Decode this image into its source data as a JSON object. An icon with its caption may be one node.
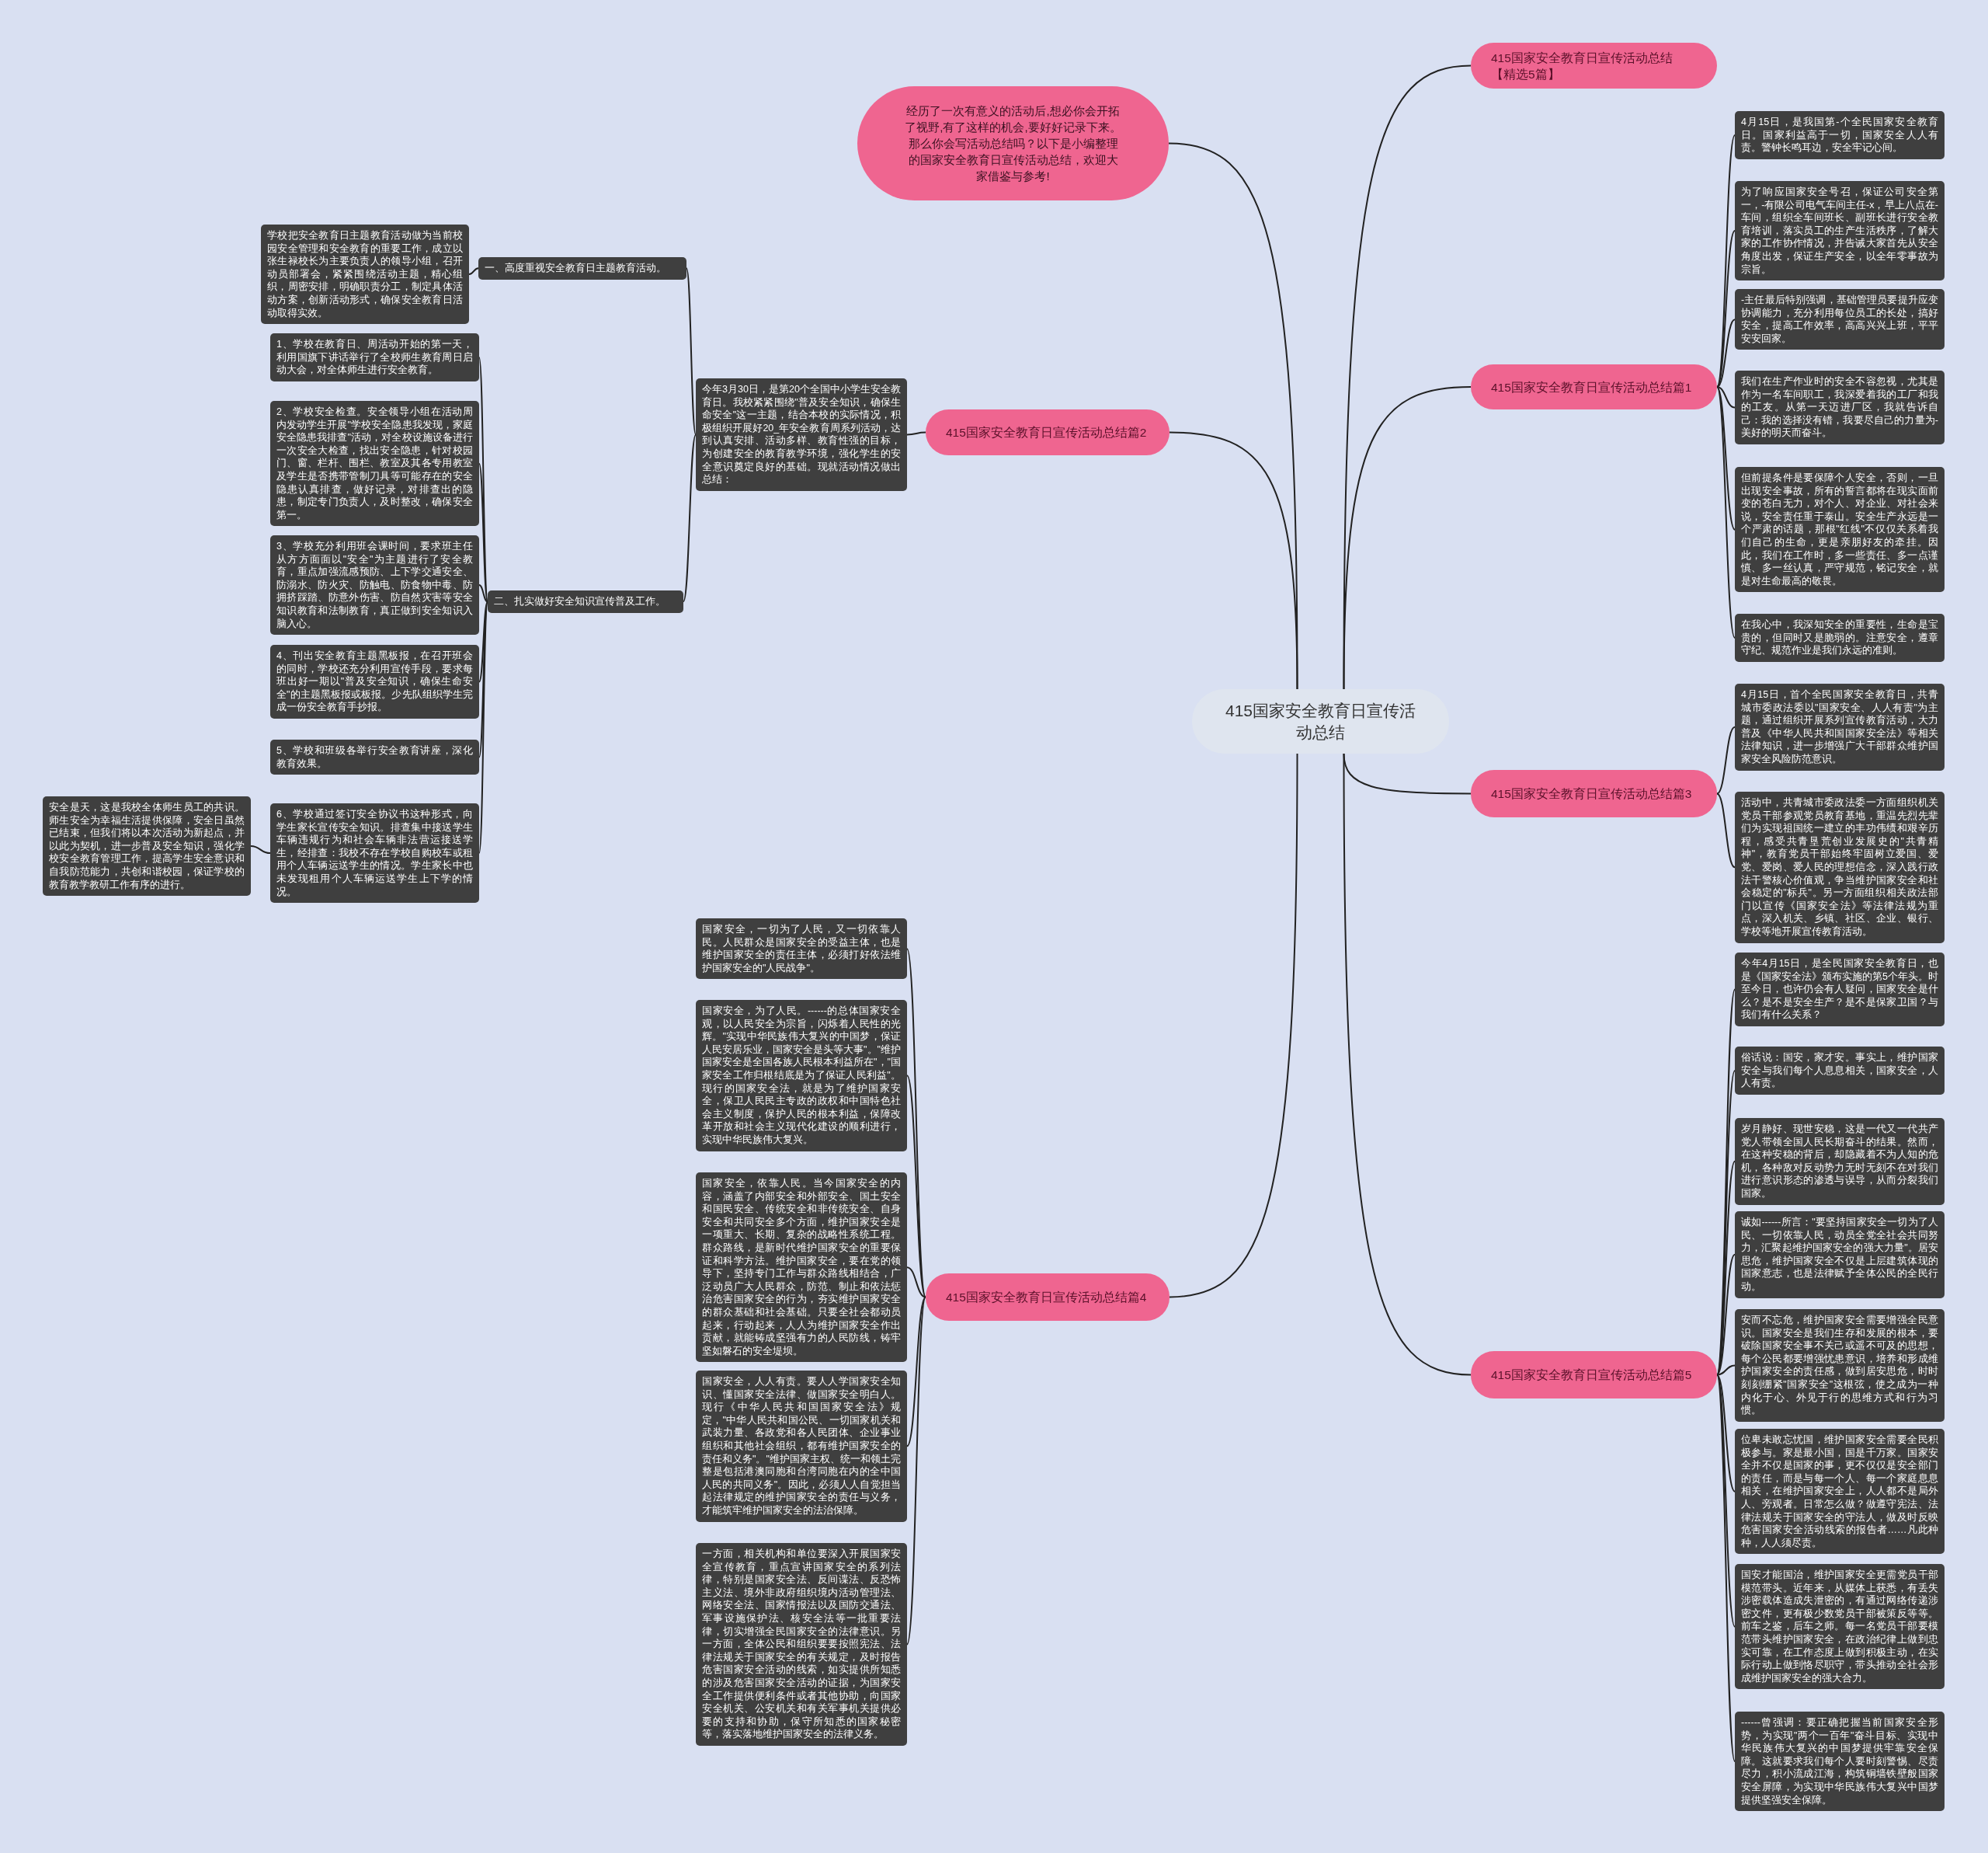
{
  "diagram": {
    "nodes": [
      {
        "text": [
          "415国家安全教育日宣传活动总结"
        ]
      },
      {
        "text": [
          "经历了一次有意义的活动后,想必你会开拓了视野,有了这样的机会,要好好记录下来。那么你会写活动总结吗？以下是小编整理的国家安全教育日宣传活动总结，欢迎大家借鉴与参考!"
        ]
      },
      {
        "text": [
          "415国家安全教育日宣传活动总结【精选5篇】"
        ]
      },
      {
        "text": [
          "415国家安全教育日宣传活动总结篇1"
        ]
      },
      {
        "text": [
          "4月15日，是我国第-个全民国家安全教育日。国家利益高于一切，国家安全人人有责。警钟长鸣耳边，安全牢记心间。"
        ]
      },
      {
        "text": [
          "为了响应国家安全号召，保证公司安全第一，-有限公司电气车间主任-x，早上八点在-车间，组织全车间班长、副班长进行安全教育培训，落实员工的生产生活秩序，了解大家的工作协作情况，并告诫大家首先从安全角度出发，保证生产安全，以全年零事故为宗旨。"
        ]
      },
      {
        "text": [
          "-主任最后特别强调，基础管理员要提升应变协调能力，充分利用每位员工的长处，搞好安全，提高工作效率，高高兴兴上班，平平安安回家。"
        ]
      },
      {
        "text": [
          "我们在生产作业时的安全不容忽视，尤其是作为一名车间职工，我深爱着我的工厂和我的工友。从第一天迈进厂区，我就告诉自己：我的选择没有错，我要尽自己的力量为-美好的明天而奋斗。"
        ]
      },
      {
        "text": [
          "但前提条件是要保障个人安全，否则，一旦出现安全事故，所有的誓言都将在现实面前变的苍白无力，对个人、对企业、对社会来说，安全责任重于泰山。安全生产永远是一个严肃的话题，那根\"红线\"不仅仅关系着我们自己的生命，更是亲朋好友的牵挂。因此，我们在工作时，多一些责任、多一点谨慎、多一丝认真，严守规范，铭记安全，就是对生命最高的敬畏。"
        ]
      },
      {
        "text": [
          "在我心中，我深知安全的重要性，生命是宝贵的，但同时又是脆弱的。注意安全，遵章守纪、规范作业是我们永远的准则。"
        ]
      },
      {
        "text": [
          "415国家安全教育日宣传活动总结篇2"
        ]
      },
      {
        "text": [
          "今年3月30日，是第20个全国中小学生安全教育日。我校紧紧围绕\"普及安全知识，确保生命安全\"这一主题，结合本校的实际情况，积极组织开展好20_年安全教育周系列活动，达到认真安排、活动多样、教育性强的目标，为创建安全的教育教学环境，强化学生的安全意识奠定良好的基础。现就活动情况做出总结："
        ]
      },
      {
        "text": [
          "一、高度重视安全教育日主题教育活动。"
        ]
      },
      {
        "text": [
          "学校把安全教育日主题教育活动做为当前校园安全管理和安全教育的重要工作，成立以张生禄校长为主要负责人的领导小组，召开动员部署会，紧紧围绕活动主题，精心组织，周密安排，明确职责分工，制定具体活动方案，创新活动形式，确保安全教育日活动取得实效。"
        ]
      },
      {
        "text": [
          "二、扎实做好安全知识宣传普及工作。"
        ]
      },
      {
        "text": [
          "1、学校在教育日、周活动开始的第一天，利用国旗下讲话举行了全校师生教育周日启动大会，对全体师生进行安全教育。"
        ]
      },
      {
        "text": [
          "2、学校安全检查。安全领导小组在活动周内发动学生开展\"学校安全隐患我发现，家庭安全隐患我排查\"活动，对全校设施设备进行一次安全大检查，找出安全隐患，针对校园门、窗、栏杆、围栏、教室及其各专用教室及学生是否携带管制刀具等可能存在的安全隐患认真排查，做好记录，对排查出的隐患，制定专门负责人，及时整改，确保安全第一。"
        ]
      },
      {
        "text": [
          "3、学校充分利用班会课时间，要求班主任从方方面面以\"安全\"为主题进行了安全教育，重点加强流感预防、上下学交通安全、防溺水、防火灾、防触电、防食物中毒、防拥挤踩踏、防意外伤害、防自然灾害等安全知识教育和法制教育，真正做到安全知识入脑入心。"
        ]
      },
      {
        "text": [
          "4、刊出安全教育主题黑板报，在召开班会的同时，学校还充分利用宣传手段，要求每班出好一期以\"普及安全知识，确保生命安全\"的主题黑板报或板报。少先队组织学生完成一份安全教育手抄报。"
        ]
      },
      {
        "text": [
          "5、学校和班级各举行安全教育讲座，深化教育效果。"
        ]
      },
      {
        "text": [
          "6、学校通过签订安全协议书这种形式，向学生家长宣传安全知识。排查集中接送学生车辆违规行为和社会车辆非法营运接送学生，经排查：我校不存在学校自购校车或租用个人车辆运送学生的情况。学生家长中也未发现租用个人车辆运送学生上下学的情况。"
        ]
      },
      {
        "text": [
          "安全是天，这是我校全体师生员工的共识。师生安全为幸福生活提供保障，安全日虽然已结束，但我们将以本次活动为新起点，并以此为契机，进一步普及安全知识，强化学校安全教育管理工作，提高学生安全意识和自我防范能力，共创和谐校园，保证学校的教育教学教研工作有序的进行。"
        ]
      },
      {
        "text": [
          "415国家安全教育日宣传活动总结篇3"
        ]
      },
      {
        "text": [
          "4月15日，首个全民国家安全教育日，共青城市委政法委以\"国家安全、人人有责\"为主题，通过组织开展系列宣传教育活动，大力普及《中华人民共和国国家安全法》等相关法律知识，进一步增强广大干部群众维护国家安全风险防范意识。"
        ]
      },
      {
        "text": [
          "活动中，共青城市委政法委一方面组织机关党员干部参观党员教育基地，重温先烈先辈们为实现祖国统一建立的丰功伟绩和艰辛历程，感受共青垦荒创业发展史的\"共青精神\"，教育党员干部始终牢固树立爱国、爱党、爱岗、爱人民的理想信念，深入践行政法干警核心价值观，争当维护国家安全和社会稳定的\"标兵\"。另一方面组织相关政法部门以宣传《国家安全法》等法律法规为重点，深入机关、乡镇、社区、企业、银行、学校等地开展宣传教育活动。"
        ]
      },
      {
        "text": [
          "415国家安全教育日宣传活动总结篇4"
        ]
      },
      {
        "text": [
          "国家安全，一切为了人民，又一切依靠人民。人民群众是国家安全的受益主体，也是维护国家安全的责任主体，必须打好依法维护国家安全的\"人民战争\"。"
        ]
      },
      {
        "text": [
          "国家安全，为了人民。------的总体国家安全观，以人民安全为宗旨，闪烁着人民性的光辉。\"实现中华民族伟大复兴的中国梦，保证人民安居乐业，国家安全是头等大事\"。\"维护国家安全是全国各族人民根本利益所在\"，\"国家安全工作归根结底是为了保证人民利益\"。现行的国家安全法，就是为了维护国家安全，保卫人民民主专政的政权和中国特色社会主义制度，保护人民的根本利益，保障改革开放和社会主义现代化建设的顺利进行，实现中华民族伟大复兴。"
        ]
      },
      {
        "text": [
          "国家安全，依靠人民。当今国家安全的内容，涵盖了内部安全和外部安全、国土安全和国民安全、传统安全和非传统安全、自身安全和共同安全多个方面，维护国家安全是一项重大、长期、复杂的战略性系统工程。群众路线，是新时代维护国家安全的重要保证和科学方法。维护国家安全，要在党的领导下，坚持专门工作与群众路线相结合，广泛动员广大人民群众，防范、制止和依法惩治危害国家安全的行为，夯实维护国家安全的群众基础和社会基础。只要全社会都动员起来，行动起来，人人为维护国家安全作出贡献，就能铸成坚强有力的人民防线，铸牢坚如磐石的安全堤坝。"
        ]
      },
      {
        "text": [
          "国家安全，人人有责。要人人学国家安全知识、懂国家安全法律、做国家安全明白人。现行《中华人民共和国国家安全法》规定，\"中华人民共和国公民、一切国家机关和武装力量、各政党和各人民团体、企业事业组织和其他社会组织，都有维护国家安全的责任和义务\"。\"维护国家主权、统一和领土完整是包括港澳同胞和台湾同胞在内的全中国人民的共同义务\"。因此，必须人人自觉担当起法律规定的维护国家安全的责任与义务，才能筑牢维护国家安全的法治保障。"
        ]
      },
      {
        "text": [
          "一方面，相关机构和单位要深入开展国家安全宣传教育，重点宣讲国家安全的系列法律，特别是国家安全法、反间谍法、反恐怖主义法、境外非政府组织境内活动管理法、网络安全法、国家情报法以及国防交通法、军事设施保护法、核安全法等一批重要法律，切实增强全民国家安全的法律意识。另一方面，全体公民和组织要要按照宪法、法律法规关于国家安全的有关规定，及时报告危害国家安全活动的线索，如实提供所知悉的涉及危害国家安全活动的证据，为国家安全工作提供便利条件或者其他协助，向国家安全机关、公安机关和有关军事机关提供必要的支持和协助，保守所知悉的国家秘密等，落实落地维护国家安全的法律义务。"
        ]
      },
      {
        "text": [
          "415国家安全教育日宣传活动总结篇5"
        ]
      },
      {
        "text": [
          "今年4月15日，是全民国家安全教育日，也是《国家安全法》颁布实施的第5个年头。时至今日，也许仍会有人疑问，国家安全是什么？是不是安全生产？是不是保家卫国？与我们有什么关系？"
        ]
      },
      {
        "text": [
          "俗话说：国安，家才安。事实上，维护国家安全与我们每个人息息相关，国家安全，人人有责。"
        ]
      },
      {
        "text": [
          "岁月静好、现世安稳，这是一代又一代共产党人带领全国人民长期奋斗的结果。然而，在这种安稳的背后，却隐藏着不为人知的危机，各种敌对反动势力无时无刻不在对我们进行意识形态的渗透与误导，从而分裂我们国家。"
        ]
      },
      {
        "text": [
          "诚如------所言：\"要坚持国家安全一切为了人民、一切依靠人民，动员全党全社会共同努力，汇聚起维护国家安全的强大力量\"。居安思危，维护国家安全不仅是上层建筑体现的国家意志，也是法律赋予全体公民的全民行动。"
        ]
      },
      {
        "text": [
          "安而不忘危，维护国家安全需要增强全民意识。国家安全是我们生存和发展的根本，要破除国家安全事不关己或遥不可及的思想，每个公民都要增强忧患意识，培养和形成维护国家安全的责任感，做到居安思危，时时刻刻绷紧\"国家安全\"这根弦，使之成为一种内化于心、外见于行的思维方式和行为习惯。"
        ]
      },
      {
        "text": [
          "位卑未敢忘忧国，维护国家安全需要全民积极参与。家是最小国，国是千万家。国家安全并不仅是国家的事，更不仅仅是安全部门的责任，而是与每一个人、每一个家庭息息相关，在维护国家安全上，人人都不是局外人、旁观者。日常怎么做？做遵守宪法、法律法规关于国家安全的守法人，做及时反映危害国家安全活动线索的报告者……凡此种种，人人须尽责。"
        ]
      },
      {
        "text": [
          "国安才能国治，维护国家安全更需党员干部模范带头。近年来，从媒体上获悉，有丢失涉密载体造成失泄密的，有通过网络传递涉密文件，更有极少数党员干部被策反等等。前车之鉴，后车之师。每一名党员干部要模范带头维护国家安全，在政治纪律上做到忠实可靠，在工作态度上做到积极主动，在实际行动上做到恪尽职守，带头推动全社会形成维护国家安全的强大合力。"
        ]
      },
      {
        "text": [
          "------曾强调：要正确把握当前国家安全形势，为实现\"两个一百年\"奋斗目标、实现中华民族伟大复兴的中国梦提供牢靠安全保障。这就要求我们每个人要时刻警惕、尽责尽力，积小流成江海，构筑铜墙铁壁般国家安全屏障，为实现中华民族伟大复兴中国梦提供坚强安全保障。"
        ]
      }
    ],
    "edges": [
      {
        "from": 0,
        "to": 1,
        "arrow": "none"
      },
      {
        "from": 0,
        "to": 2,
        "arrow": "none"
      },
      {
        "from": 0,
        "to": 3,
        "arrow": "none"
      },
      {
        "from": 3,
        "to": 4,
        "arrow": "none"
      },
      {
        "from": 3,
        "to": 5,
        "arrow": "none"
      },
      {
        "from": 3,
        "to": 6,
        "arrow": "none"
      },
      {
        "from": 3,
        "to": 7,
        "arrow": "none"
      },
      {
        "from": 3,
        "to": 8,
        "arrow": "none"
      },
      {
        "from": 3,
        "to": 9,
        "arrow": "none"
      },
      {
        "from": 0,
        "to": 10,
        "arrow": "none"
      },
      {
        "from": 10,
        "to": 11,
        "arrow": "none"
      },
      {
        "from": 11,
        "to": 12,
        "arrow": "none"
      },
      {
        "from": 12,
        "to": 13,
        "arrow": "none"
      },
      {
        "from": 11,
        "to": 14,
        "arrow": "none"
      },
      {
        "from": 14,
        "to": 15,
        "arrow": "none"
      },
      {
        "from": 14,
        "to": 16,
        "arrow": "none"
      },
      {
        "from": 14,
        "to": 17,
        "arrow": "none"
      },
      {
        "from": 14,
        "to": 18,
        "arrow": "none"
      },
      {
        "from": 14,
        "to": 19,
        "arrow": "none"
      },
      {
        "from": 14,
        "to": 20,
        "arrow": "none"
      },
      {
        "from": 20,
        "to": 21,
        "arrow": "none"
      },
      {
        "from": 0,
        "to": 22,
        "arrow": "none"
      },
      {
        "from": 22,
        "to": 23,
        "arrow": "none"
      },
      {
        "from": 22,
        "to": 24,
        "arrow": "none"
      },
      {
        "from": 0,
        "to": 25,
        "arrow": "none"
      },
      {
        "from": 25,
        "to": 26,
        "arrow": "none"
      },
      {
        "from": 25,
        "to": 27,
        "arrow": "none"
      },
      {
        "from": 25,
        "to": 28,
        "arrow": "none"
      },
      {
        "from": 25,
        "to": 29,
        "arrow": "none"
      },
      {
        "from": 25,
        "to": 30,
        "arrow": "none"
      },
      {
        "from": 0,
        "to": 31,
        "arrow": "none"
      },
      {
        "from": 31,
        "to": 32,
        "arrow": "none"
      },
      {
        "from": 31,
        "to": 33,
        "arrow": "none"
      },
      {
        "from": 31,
        "to": 34,
        "arrow": "none"
      },
      {
        "from": 31,
        "to": 35,
        "arrow": "none"
      },
      {
        "from": 31,
        "to": 36,
        "arrow": "none"
      },
      {
        "from": 31,
        "to": 37,
        "arrow": "none"
      },
      {
        "from": 31,
        "to": 38,
        "arrow": "none"
      },
      {
        "from": 31,
        "to": 39,
        "arrow": "none"
      }
    ]
  }
}
